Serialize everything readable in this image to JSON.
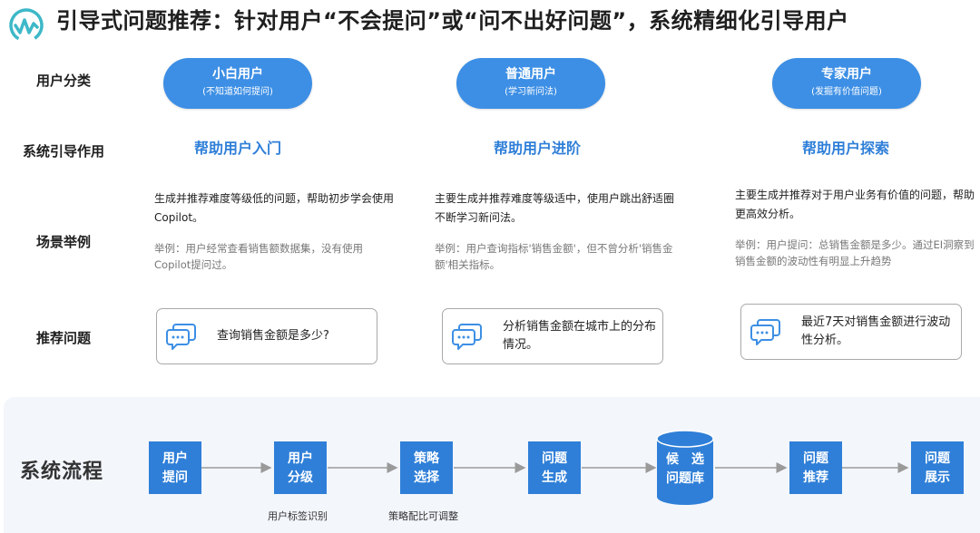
{
  "header": {
    "title": "引导式问题推荐：针对用户“不会提问”或“问不出好问题”，系统精细化引导用户",
    "brand_color": "#3db8c8"
  },
  "row_labels": {
    "users": "用户分类",
    "effect": "系统引导作用",
    "scenario": "场景举例",
    "recommend": "推荐问题"
  },
  "columns": [
    {
      "user": "小白用户",
      "user_sub": "(不知道如何提问)",
      "effect": "帮助用户入门",
      "scenario": "生成并推荐难度等级低的问题，帮助初步学会使用Copilot。",
      "example": "举例：用户经常查看销售额数据集，没有使用Copilot提问过。",
      "question": "查询销售金额是多少?"
    },
    {
      "user": "普通用户",
      "user_sub": "(学习新问法)",
      "effect": "帮助用户进阶",
      "scenario": "主要生成并推荐难度等级适中，使用户跳出舒适圈不断学习新问法。",
      "example": "举例：用户查询指标'销售金额'，但不曾分析'销售金额'相关指标。",
      "question": "分析销售金额在城市上的分布情况。"
    },
    {
      "user": "专家用户",
      "user_sub": "(发掘有价值问题)",
      "effect": "帮助用户探索",
      "scenario": "主要生成并推荐对于用户业务有价值的问题，帮助更高效分析。",
      "example": "举例：用户提问：总销售金额是多少。通过EI洞察到销售金额的波动性有明显上升趋势",
      "question": "最近7天对销售金额进行波动性分析。"
    }
  ],
  "flow": {
    "label": "系统流程",
    "steps": [
      "用户提问",
      "用户分级",
      "策略选择",
      "问题生成",
      "候选问题库",
      "问题推荐",
      "问题展示"
    ],
    "db_top": "候　选",
    "db_bottom": "问题库",
    "notes": [
      "用户标签识别",
      "策略配比可调整"
    ],
    "color": "#2f7fd8"
  },
  "icons": {
    "logo": "wave-check-logo-icon",
    "card": "chat-bubbles-icon"
  }
}
